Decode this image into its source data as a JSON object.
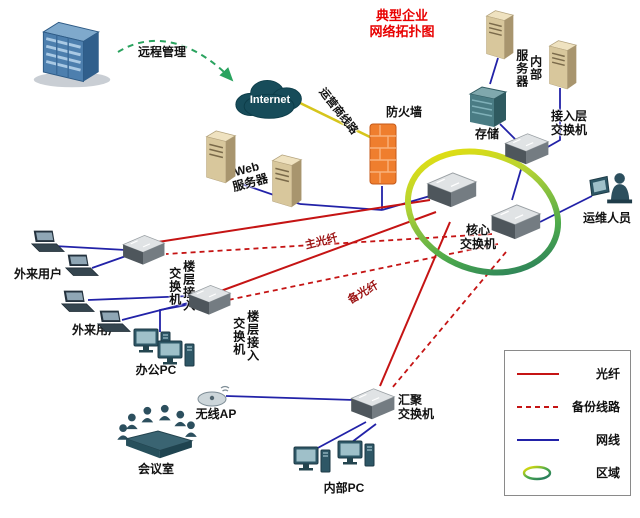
{
  "title": "典型企业\n网络拓扑图",
  "nodes": {
    "remote_mgmt": {
      "label": "远程管理",
      "icon": "office-building"
    },
    "internet": {
      "label": "Internet",
      "icon": "cloud"
    },
    "carrier_line": {
      "label": "运营商线路"
    },
    "firewall": {
      "label": "防火墙",
      "icon": "firewall-brick"
    },
    "web_server": {
      "label": "Web\n服务器",
      "icon": "server-tower"
    },
    "internal_servers": {
      "label": "内部\n服务器",
      "icon": "server-tower"
    },
    "storage": {
      "label": "存储",
      "icon": "storage-array"
    },
    "access_switch": {
      "label": "接入层\n交换机",
      "icon": "switch"
    },
    "ops_staff": {
      "label": "运维人员",
      "icon": "person-at-desk"
    },
    "core_switch": {
      "label": "核心\n交换机",
      "icon": "switch"
    },
    "external_users_1": {
      "label": "外来用户",
      "icon": "laptop"
    },
    "external_users_2": {
      "label": "外来用户",
      "icon": "laptop"
    },
    "floor_switch_1": {
      "label": "楼层接入\n交换机",
      "icon": "switch"
    },
    "floor_switch_2": {
      "label": "楼层接入\n交换机",
      "icon": "switch"
    },
    "office_pc": {
      "label": "办公PC",
      "icon": "desktop-pc"
    },
    "wireless_ap": {
      "label": "无线AP",
      "icon": "access-point"
    },
    "meeting_room": {
      "label": "会议室",
      "icon": "conference-table"
    },
    "agg_switch": {
      "label": "汇聚\n交换机",
      "icon": "switch"
    },
    "internal_pc": {
      "label": "内部PC",
      "icon": "desktop-pc"
    },
    "main_fiber": {
      "label": "主光纤"
    },
    "backup_fiber": {
      "label": "备光纤"
    }
  },
  "legend": {
    "items": [
      {
        "label": "光纤",
        "type": "fiber"
      },
      {
        "label": "备份线路",
        "type": "backup"
      },
      {
        "label": "网线",
        "type": "lan"
      },
      {
        "label": "区域",
        "type": "zone"
      }
    ]
  },
  "colors": {
    "fiber": "#c51414",
    "backup_line": "#c51414",
    "lan": "#2222a8",
    "carrier_line": "#d6c51c",
    "mgmt_line": "#2aa35f",
    "title": "#e80000",
    "zone_ring_start": "#f7e400",
    "zone_ring_end": "#1c6e62"
  },
  "connections": [
    {
      "from": "remote_mgmt",
      "to": "internet",
      "type": "management"
    },
    {
      "from": "internet",
      "to": "firewall",
      "type": "carrier"
    },
    {
      "from": "firewall",
      "to": "core_switch",
      "type": "lan"
    },
    {
      "from": "web_server",
      "to": "core_switch",
      "type": "lan"
    },
    {
      "from": "internal_servers",
      "to": "access_switch",
      "type": "lan"
    },
    {
      "from": "storage",
      "to": "access_switch",
      "type": "lan"
    },
    {
      "from": "access_switch",
      "to": "core_switch",
      "type": "lan"
    },
    {
      "from": "ops_staff",
      "to": "core_switch",
      "type": "lan"
    },
    {
      "from": "core_switch",
      "to": "floor_switch_1",
      "type": "fiber+backup"
    },
    {
      "from": "core_switch",
      "to": "floor_switch_2",
      "type": "fiber+backup"
    },
    {
      "from": "core_switch",
      "to": "agg_switch",
      "type": "fiber+backup"
    },
    {
      "from": "floor_switch_1",
      "to": "external_users_1",
      "type": "lan"
    },
    {
      "from": "floor_switch_2",
      "to": "external_users_2",
      "type": "lan"
    },
    {
      "from": "floor_switch_2",
      "to": "office_pc",
      "type": "lan"
    },
    {
      "from": "wireless_ap",
      "to": "agg_switch",
      "type": "lan"
    },
    {
      "from": "agg_switch",
      "to": "internal_pc",
      "type": "lan"
    }
  ]
}
